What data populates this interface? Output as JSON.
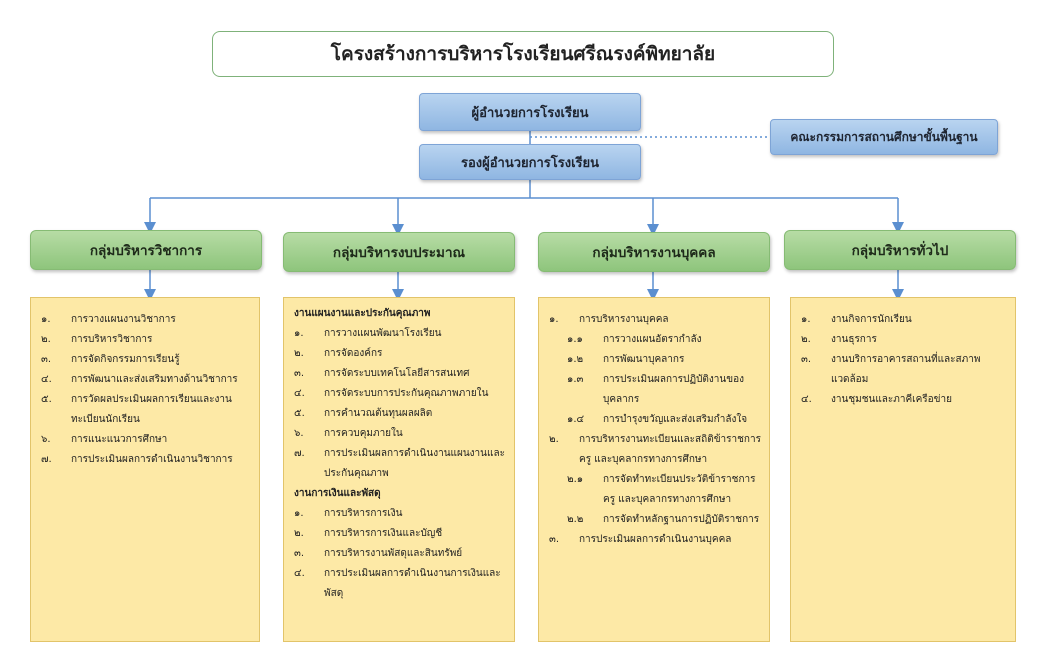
{
  "title": "โครงสร้างการบริหารโรงเรียนศรีณรงค์พิทยาลัย",
  "director": "ผู้อำนวยการโรงเรียน",
  "deputy": "รองผู้อำนวยการโรงเรียน",
  "committee": "คณะกรรมการสถานศึกษาขั้นพื้นฐาน",
  "groups": [
    {
      "name": "กลุ่มบริหารวิชาการ",
      "items": [
        {
          "num": "๑.",
          "text": "การวางแผนงานวิชาการ"
        },
        {
          "num": "๒.",
          "text": "การบริหารวิชาการ"
        },
        {
          "num": "๓.",
          "text": "การจัดกิจกรรมการเรียนรู้"
        },
        {
          "num": "๔.",
          "text": "การพัฒนาและส่งเสริมทางด้านวิชาการ"
        },
        {
          "num": "๕.",
          "text": "การวัดผลประเมินผลการเรียนและงานทะเบียนนักเรียน"
        },
        {
          "num": "๖.",
          "text": "การแนะแนวการศึกษา"
        },
        {
          "num": "๗.",
          "text": "การประเมินผลการดำเนินงานวิชาการ"
        }
      ]
    },
    {
      "name": "กลุ่มบริหารงบประมาณ",
      "sections": [
        {
          "head": "งานแผนงานและประกันคุณภาพ",
          "items": [
            {
              "num": "๑.",
              "text": "การวางแผนพัฒนาโรงเรียน"
            },
            {
              "num": "๒.",
              "text": "การจัดองค์กร"
            },
            {
              "num": "๓.",
              "text": "การจัดระบบเทคโนโลยีสารสนเทศ"
            },
            {
              "num": "๔.",
              "text": "การจัดระบบการประกันคุณภาพภายใน"
            },
            {
              "num": "๕.",
              "text": "การคำนวณต้นทุนผลผลิต"
            },
            {
              "num": "๖.",
              "text": "การควบคุมภายใน"
            },
            {
              "num": "๗.",
              "text": "การประเมินผลการดำเนินงานแผนงานและประกันคุณภาพ"
            }
          ]
        },
        {
          "head": "งานการเงินและพัสดุ",
          "items": [
            {
              "num": "๑.",
              "text": "การบริหารการเงิน"
            },
            {
              "num": "๒.",
              "text": "การบริหารการเงินและบัญชี"
            },
            {
              "num": "๓.",
              "text": "การบริหารงานพัสดุและสินทรัพย์"
            },
            {
              "num": "๔.",
              "text": "การประเมินผลการดำเนินงานการเงินและพัสดุ"
            }
          ]
        }
      ]
    },
    {
      "name": "กลุ่มบริหารงานบุคคล",
      "items": [
        {
          "num": "๑.",
          "text": "การบริหารงานบุคคล"
        },
        {
          "num": "๑.๑",
          "text": "การวางแผนอัตรากำลัง",
          "sub": true
        },
        {
          "num": "๑.๒",
          "text": "การพัฒนาบุคลากร",
          "sub": true
        },
        {
          "num": "๑.๓",
          "text": "การประเมินผลการปฏิบัติงานของบุคลากร",
          "sub": true
        },
        {
          "num": "๑.๔",
          "text": "การบำรุงขวัญและส่งเสริมกำลังใจ",
          "sub": true
        },
        {
          "num": "๒.",
          "text": "การบริหารงานทะเบียนและสถิติข้าราชการครู และบุคลากรทางการศึกษา"
        },
        {
          "num": "๒.๑",
          "text": "การจัดทำทะเบียนประวัติข้าราชการครู และบุคลากรทางการศึกษา",
          "sub": true
        },
        {
          "num": "๒.๒",
          "text": "การจัดทำหลักฐานการปฏิบัติราชการ",
          "sub": true
        },
        {
          "num": "๓.",
          "text": "การประเมินผลการดำเนินงานบุคคล"
        }
      ]
    },
    {
      "name": "กลุ่มบริหารทั่วไป",
      "items": [
        {
          "num": "๑.",
          "text": "งานกิจการนักเรียน"
        },
        {
          "num": "๒.",
          "text": "งานธุรการ"
        },
        {
          "num": "๓.",
          "text": "งานบริการอาคารสถานที่และสภาพแวดล้อม"
        },
        {
          "num": "๔.",
          "text": "งานชุมชนและภาคีเครือข่าย"
        }
      ]
    }
  ],
  "colors": {
    "blue_box": "#9dc0e8",
    "green_box": "#9ccd89",
    "yellow_box": "#fde9a6",
    "connector": "#5b8fd0"
  }
}
